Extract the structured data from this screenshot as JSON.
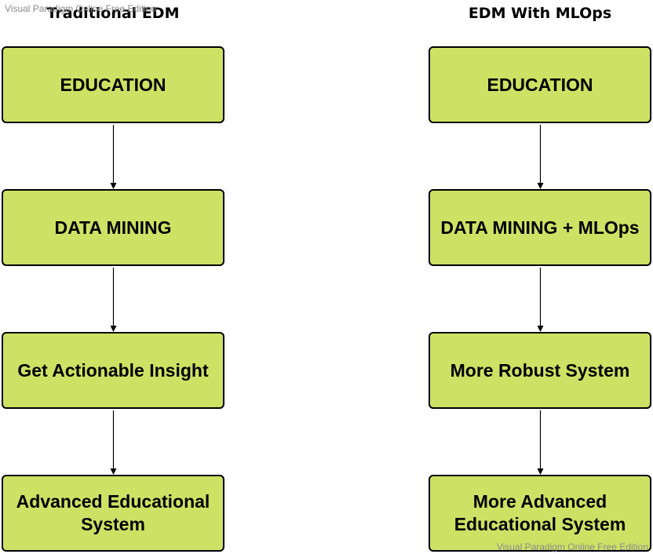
{
  "watermark": "Visual Paradigm Online Free Edition",
  "columns": [
    {
      "title": "Traditional EDM",
      "nodes": [
        "EDUCATION",
        "DATA MINING",
        "Get Actionable Insight",
        "Advanced Educational System"
      ]
    },
    {
      "title": "EDM With MLOps",
      "nodes": [
        "EDUCATION",
        "DATA MINING + MLOps",
        "More Robust System",
        "More Advanced Educational System"
      ]
    }
  ],
  "colors": {
    "node_fill": "#cde264",
    "node_border": "#000000",
    "edge": "#000000",
    "watermark": "#8a8a8a"
  }
}
